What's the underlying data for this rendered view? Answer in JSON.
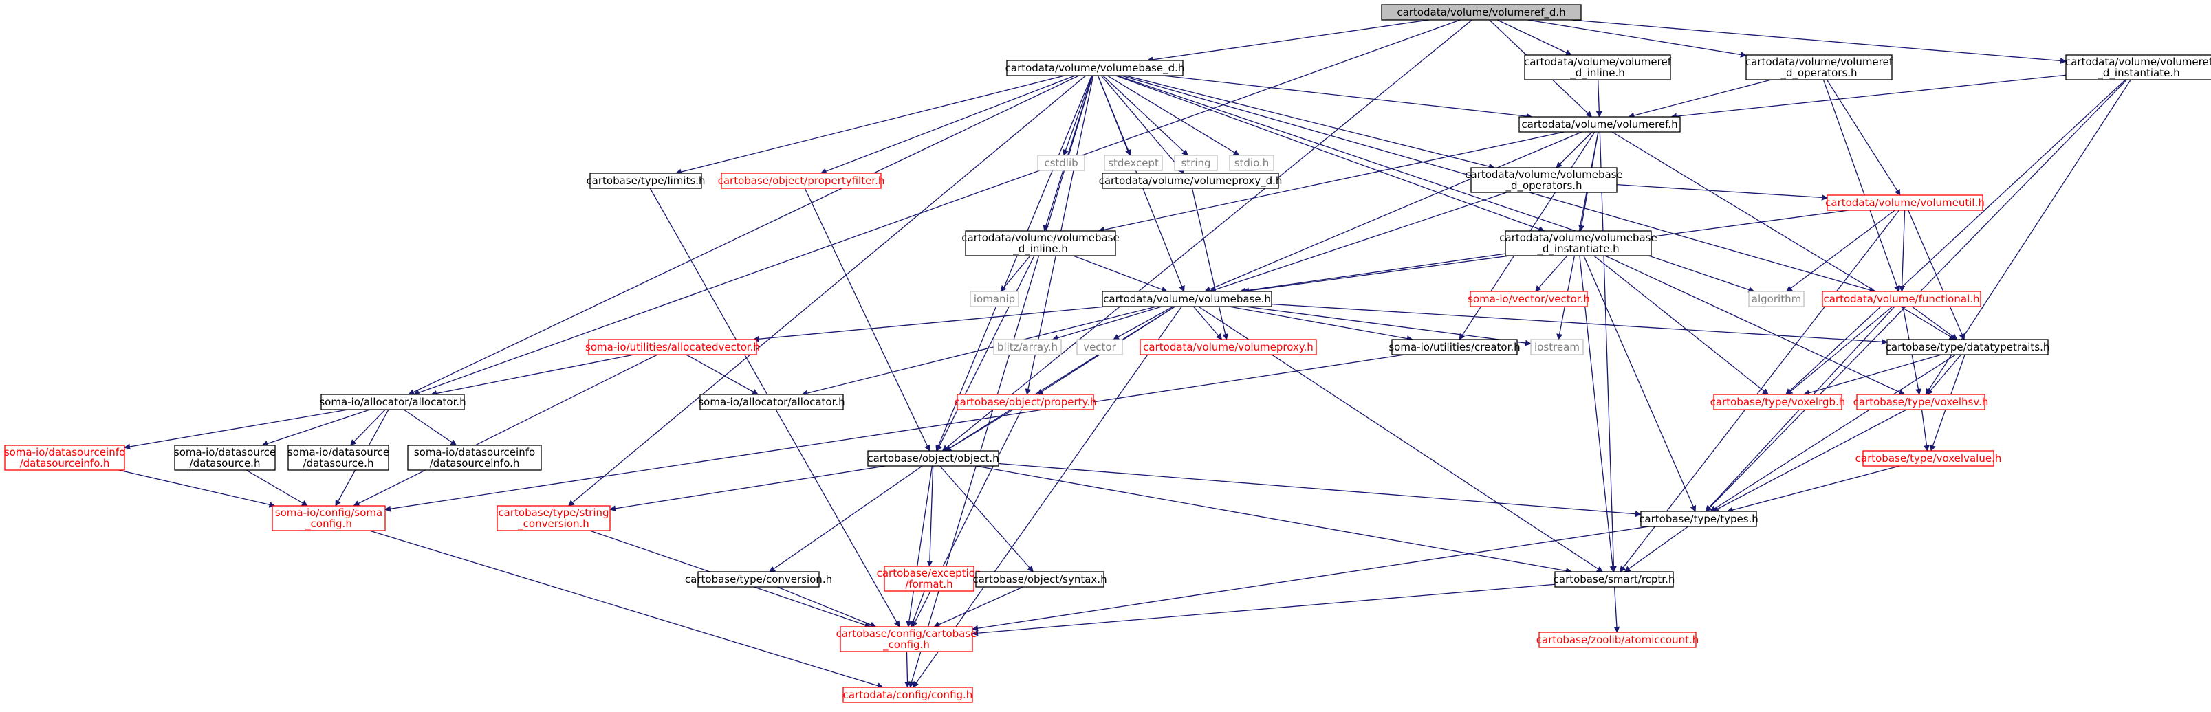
{
  "colors": {
    "edge": "#191970",
    "border_normal": "#000000",
    "border_missing_doc": "#ff0000",
    "border_external": "#bfbfbf",
    "root_fill": "#bfbfbf",
    "text_normal": "#000000",
    "text_missing_doc": "#ff0000",
    "text_external": "#7f7f7f"
  },
  "nodes": [
    {
      "id": "root",
      "style": "root",
      "lines": [
        "cartodata/volume/volumeref_d.h"
      ]
    },
    {
      "id": "vbd",
      "style": "normal",
      "lines": [
        "cartodata/volume/volumebase_d.h"
      ]
    },
    {
      "id": "vrdi",
      "style": "normal",
      "lines": [
        "cartodata/volume/volumeref",
        "_d_inline.h"
      ]
    },
    {
      "id": "vrdo",
      "style": "normal",
      "lines": [
        "cartodata/volume/volumeref",
        "_d_operators.h"
      ]
    },
    {
      "id": "vrdins",
      "style": "normal",
      "lines": [
        "cartodata/volume/volumeref",
        "_d_instantiate.h"
      ]
    },
    {
      "id": "cstdlib",
      "style": "external",
      "lines": [
        "cstdlib"
      ]
    },
    {
      "id": "stdexcept",
      "style": "external",
      "lines": [
        "stdexcept"
      ]
    },
    {
      "id": "string",
      "style": "external",
      "lines": [
        "string"
      ]
    },
    {
      "id": "stdio",
      "style": "external",
      "lines": [
        "stdio.h"
      ]
    },
    {
      "id": "vr",
      "style": "normal",
      "lines": [
        "cartodata/volume/volumeref.h"
      ]
    },
    {
      "id": "limits",
      "style": "normal",
      "lines": [
        "cartobase/type/limits.h"
      ]
    },
    {
      "id": "propfilter",
      "style": "missing",
      "lines": [
        "cartobase/object/propertyfilter.h"
      ]
    },
    {
      "id": "vpd",
      "style": "normal",
      "lines": [
        "cartodata/volume/volumeproxy_d.h"
      ]
    },
    {
      "id": "vbdo",
      "style": "normal",
      "lines": [
        "cartodata/volume/volumebase",
        "_d_operators.h"
      ]
    },
    {
      "id": "vutil",
      "style": "missing",
      "lines": [
        "cartodata/volume/volumeutil.h"
      ]
    },
    {
      "id": "vbdi",
      "style": "normal",
      "lines": [
        "cartodata/volume/volumebase",
        "_d_inline.h"
      ]
    },
    {
      "id": "vbdins",
      "style": "normal",
      "lines": [
        "cartodata/volume/volumebase",
        "_d_instantiate.h"
      ]
    },
    {
      "id": "iomanip",
      "style": "external",
      "lines": [
        "iomanip"
      ]
    },
    {
      "id": "somavec",
      "style": "missing",
      "lines": [
        "soma-io/vector/vector.h"
      ]
    },
    {
      "id": "algorithm",
      "style": "external",
      "lines": [
        "algorithm"
      ]
    },
    {
      "id": "functional",
      "style": "missing",
      "lines": [
        "cartodata/volume/functional.h"
      ]
    },
    {
      "id": "vb",
      "style": "normal",
      "lines": [
        "cartodata/volume/volumebase.h"
      ]
    },
    {
      "id": "allocvec",
      "style": "missing",
      "lines": [
        "soma-io/utilities/allocatedvector.h"
      ]
    },
    {
      "id": "blitz",
      "style": "external",
      "lines": [
        "blitz/array.h"
      ]
    },
    {
      "id": "vector",
      "style": "external",
      "lines": [
        "vector"
      ]
    },
    {
      "id": "vproxy",
      "style": "missing",
      "lines": [
        "cartodata/volume/volumeproxy.h"
      ]
    },
    {
      "id": "creator",
      "style": "normal",
      "lines": [
        "soma-io/utilities/creator.h"
      ]
    },
    {
      "id": "iostream",
      "style": "external",
      "lines": [
        "iostream"
      ]
    },
    {
      "id": "dtt",
      "style": "normal",
      "lines": [
        "cartobase/type/datatypetraits.h"
      ]
    },
    {
      "id": "allocator",
      "style": "normal",
      "lines": [
        "soma-io/allocator/allocator.h"
      ]
    },
    {
      "id": "allocator2",
      "style": "normal",
      "lines": [
        "soma-io/allocator/allocator.h"
      ]
    },
    {
      "id": "property",
      "style": "missing",
      "lines": [
        "cartobase/object/property.h"
      ]
    },
    {
      "id": "voxelrgb",
      "style": "missing",
      "lines": [
        "cartobase/type/voxelrgb.h"
      ]
    },
    {
      "id": "voxelhsv",
      "style": "missing",
      "lines": [
        "cartobase/type/voxelhsv.h"
      ]
    },
    {
      "id": "dsi1",
      "style": "missing",
      "lines": [
        "soma-io/datasourceinfo",
        "/datasourceinfo.h"
      ]
    },
    {
      "id": "ds1",
      "style": "normal",
      "lines": [
        "soma-io/datasource",
        "/datasource.h"
      ]
    },
    {
      "id": "ds2",
      "style": "normal",
      "lines": [
        "soma-io/datasource",
        "/datasource.h"
      ]
    },
    {
      "id": "dsi2",
      "style": "normal",
      "lines": [
        "soma-io/datasourceinfo",
        "/datasourceinfo.h"
      ]
    },
    {
      "id": "object",
      "style": "normal",
      "lines": [
        "cartobase/object/object.h"
      ]
    },
    {
      "id": "voxelvalue",
      "style": "missing",
      "lines": [
        "cartobase/type/voxelvalue.h"
      ]
    },
    {
      "id": "somaconfig",
      "style": "missing",
      "lines": [
        "soma-io/config/soma",
        "_config.h"
      ]
    },
    {
      "id": "strconv",
      "style": "missing",
      "lines": [
        "cartobase/type/string",
        "_conversion.h"
      ]
    },
    {
      "id": "types",
      "style": "normal",
      "lines": [
        "cartobase/type/types.h"
      ]
    },
    {
      "id": "conversion",
      "style": "normal",
      "lines": [
        "cartobase/type/conversion.h"
      ]
    },
    {
      "id": "format",
      "style": "missing",
      "lines": [
        "cartobase/exception",
        "/format.h"
      ]
    },
    {
      "id": "syntax",
      "style": "normal",
      "lines": [
        "cartobase/object/syntax.h"
      ]
    },
    {
      "id": "rcptr",
      "style": "normal",
      "lines": [
        "cartobase/smart/rcptr.h"
      ]
    },
    {
      "id": "cbconfig",
      "style": "missing",
      "lines": [
        "cartobase/config/cartobase",
        "_config.h"
      ]
    },
    {
      "id": "atomic",
      "style": "missing",
      "lines": [
        "cartobase/zoolib/atomiccount.h"
      ]
    },
    {
      "id": "cdconfig",
      "style": "missing",
      "lines": [
        "cartodata/config/config.h"
      ]
    }
  ]
}
